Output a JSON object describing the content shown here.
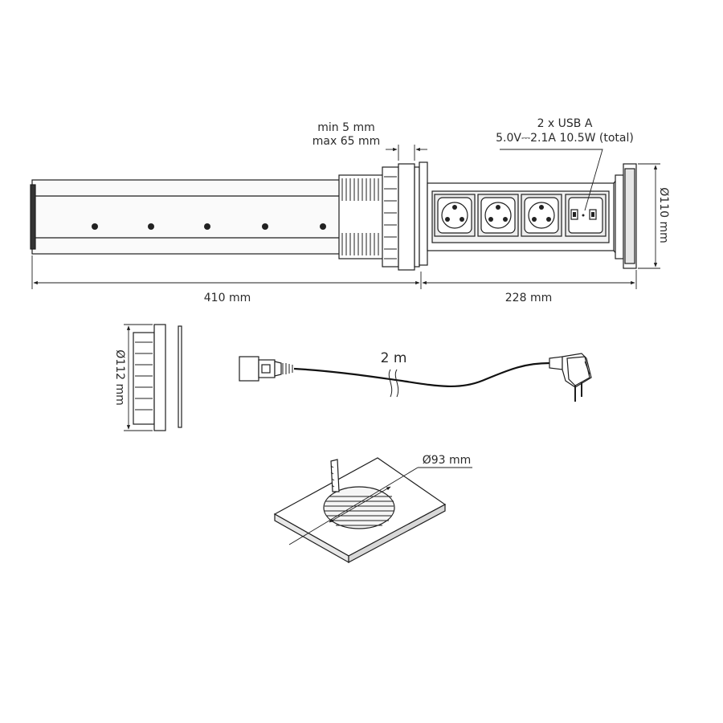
{
  "labels": {
    "install_depth_line1": "min 5 mm",
    "install_depth_line2": "max 65 mm",
    "usb_line1": "2 x USB A",
    "usb_line2": "5.0V⎓2.1A 10.5W (total)",
    "diameter_top": "Ø110 mm",
    "length_body": "410 mm",
    "length_top": "228 mm",
    "diameter_flange": "Ø112 mm",
    "cable_length": "2 m",
    "cutout_diameter": "Ø93 mm"
  },
  "colors": {
    "line": "#1e1e1e",
    "panel_fill": "#f2f2f2",
    "socket_fill": "#ececec",
    "cable": "#111111"
  }
}
